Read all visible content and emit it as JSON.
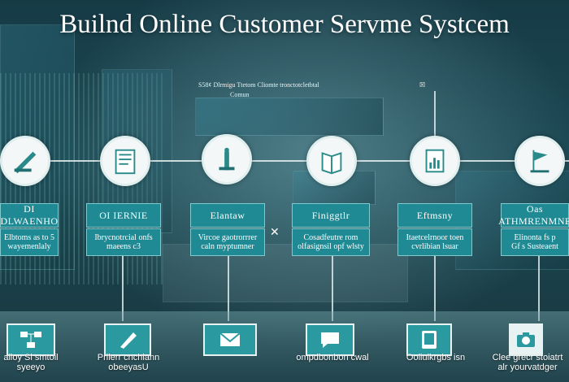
{
  "title": "Builnd Online Customer Servme Systcem",
  "subheading": {
    "line1": "S58¢ Dlrmigu Ttetom Cliomte tronctotcletbtal",
    "line2": "Comun",
    "badge": "☒"
  },
  "steps": [
    {
      "icon": "pencil-ruler-icon",
      "head": "DI DLWAENHO",
      "body": "Elbtoms as to  5\nwayemenlaly"
    },
    {
      "icon": "document-icon",
      "head": "OI IERNIE",
      "body": "Ibrycnotrcial onfs\nmaeens c3"
    },
    {
      "icon": "tower-icon",
      "head": "Elantaw",
      "body": "Vircoe gaotrorrrer\ncaln myptumner"
    },
    {
      "icon": "book-icon",
      "head": "Finiggtlr",
      "body": "Cosadfeutre rom\nolfasignsil opf  wlsty"
    },
    {
      "icon": "chart-document-icon",
      "head": "Eftmsny",
      "body": "Itaetcelrnoor toen\ncvrlibian lsuar"
    },
    {
      "icon": "flag-icon",
      "head": "Oas ATHMRENMNE",
      "body": "Elinonta fs p\nGf s Susteaent"
    }
  ],
  "bottom": [
    {
      "icon": "flowchart-icon",
      "label": "ailoy Sl smtoil\nsyeeyo"
    },
    {
      "icon": "pen-icon",
      "label": "Prilerr cnchiann\nobeeyasU"
    },
    {
      "icon": "envelope-icon",
      "label": ""
    },
    {
      "icon": "chat-icon",
      "label": "ompdbonbon  cwal"
    },
    {
      "icon": "tablet-icon",
      "label": "Ooliulkrgbs isn"
    },
    {
      "icon": "camera-icon",
      "label": "Clee grecr stoiatrt\nalr yourvatdger"
    }
  ],
  "colors": {
    "card": "#1f8a94",
    "background": "#163b46",
    "accent": "#2a9aa0"
  }
}
